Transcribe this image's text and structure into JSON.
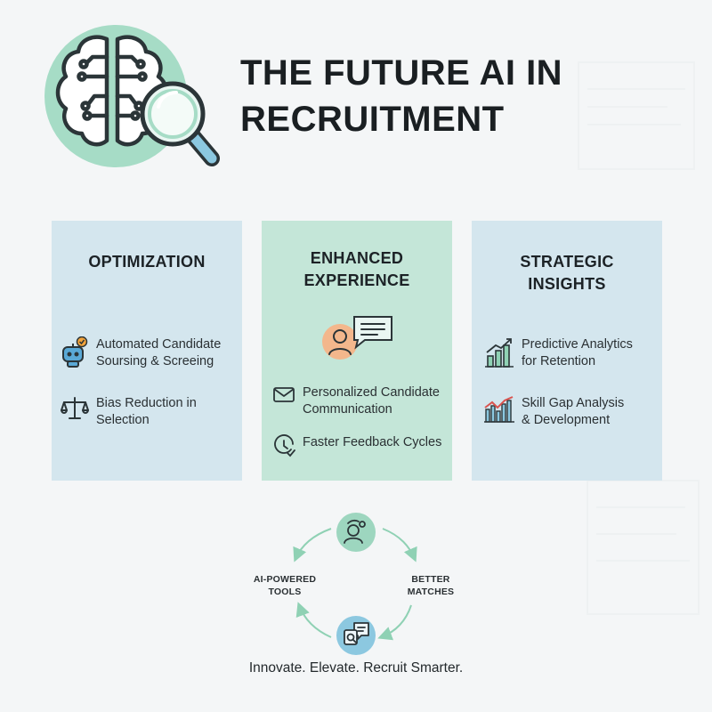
{
  "header": {
    "title_line1": "THE FUTURE AI IN",
    "title_line2": "RECRUITMENT",
    "logo_icon": "brain-magnifier-icon"
  },
  "colors": {
    "blue_card": "#d4e6ee",
    "green_card": "#c4e6d8",
    "accent_green": "#9dd6bf",
    "accent_blue": "#8cc8e0"
  },
  "cards": [
    {
      "title_line1": "OPTIMIZATION",
      "items": [
        {
          "icon": "robot-icon",
          "line1": "Automated Candidate",
          "line2": "Soursing & Screeing"
        },
        {
          "icon": "scales-icon",
          "line1": "Bias Reduction in",
          "line2": "Selection"
        }
      ]
    },
    {
      "title_line1": "ENHANCED",
      "title_line2": "EXPERIENCE",
      "hero_icon": "person-chat-icon",
      "items": [
        {
          "icon": "envelope-icon",
          "line1": "Personalized Candidate",
          "line2": "Communication"
        },
        {
          "icon": "clock-icon",
          "line1": "Faster Feedback Cycles"
        }
      ]
    },
    {
      "title_line1": "STRATEGIC",
      "title_line2": "INSIGHTS",
      "items": [
        {
          "icon": "bar-chart-growth-icon",
          "line1": "Predictive Analytics",
          "line2": "for Retention"
        },
        {
          "icon": "bar-chart-trend-icon",
          "line1": "Skill Gap Analysis",
          "line2": "& Development"
        }
      ]
    }
  ],
  "cycle": {
    "left_line1": "AI-POWERED",
    "left_line2": "TOOLS",
    "right_line1": "BETTER",
    "right_line2": "MATCHES",
    "top_icon": "user-gear-icon",
    "bottom_icon": "chat-search-icon"
  },
  "tagline": "Innovate. Elevate. Recruit Smarter."
}
